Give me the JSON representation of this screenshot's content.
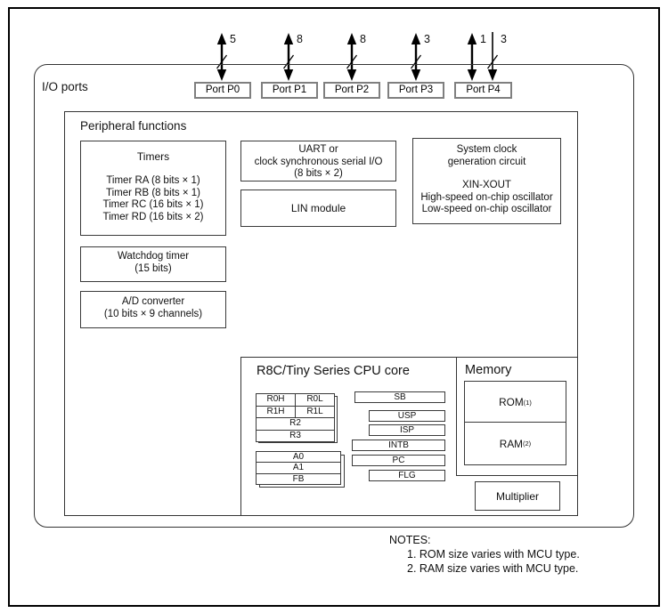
{
  "io_ports_label": "I/O ports",
  "ports": [
    "Port P0",
    "Port P1",
    "Port P2",
    "Port P3",
    "Port P4"
  ],
  "arrows": [
    "5",
    "8",
    "8",
    "3",
    "1",
    "3"
  ],
  "peripheral": {
    "title": "Peripheral functions",
    "timers": {
      "title": "Timers",
      "items": [
        "Timer RA (8 bits × 1)",
        "Timer RB (8 bits × 1)",
        "Timer RC (16 bits × 1)",
        "Timer RD (16 bits × 2)"
      ]
    },
    "uart": {
      "line1": "UART or",
      "line2": "clock synchronous serial I/O",
      "line3": "(8 bits × 2)"
    },
    "lin": "LIN module",
    "sysclock": {
      "line1": "System clock",
      "line2": "generation circuit",
      "line3": "XIN-XOUT",
      "line4": "High-speed on-chip oscillator",
      "line5": "Low-speed on-chip oscillator"
    },
    "watchdog": {
      "line1": "Watchdog timer",
      "line2": "(15 bits)"
    },
    "adc": {
      "line1": "A/D converter",
      "line2": "(10 bits × 9 channels)"
    }
  },
  "cpu": {
    "title": "R8C/Tiny Series CPU core",
    "gp": [
      [
        "R0H",
        "R0L"
      ],
      [
        "R1H",
        "R1L"
      ],
      [
        "R2"
      ],
      [
        "R3"
      ]
    ],
    "addr": [
      "A0",
      "A1",
      "FB"
    ],
    "ctrl_regs": [
      "SB",
      "USP",
      "ISP",
      "INTB",
      "PC",
      "FLG"
    ]
  },
  "memory": {
    "title": "Memory",
    "rom": "ROM",
    "rom_sup": "(1)",
    "ram": "RAM",
    "ram_sup": "(2)"
  },
  "multiplier": "Multiplier",
  "notes": {
    "title": "NOTES:",
    "items": [
      "1. ROM size varies with MCU type.",
      "2. RAM size varies with MCU type."
    ]
  }
}
